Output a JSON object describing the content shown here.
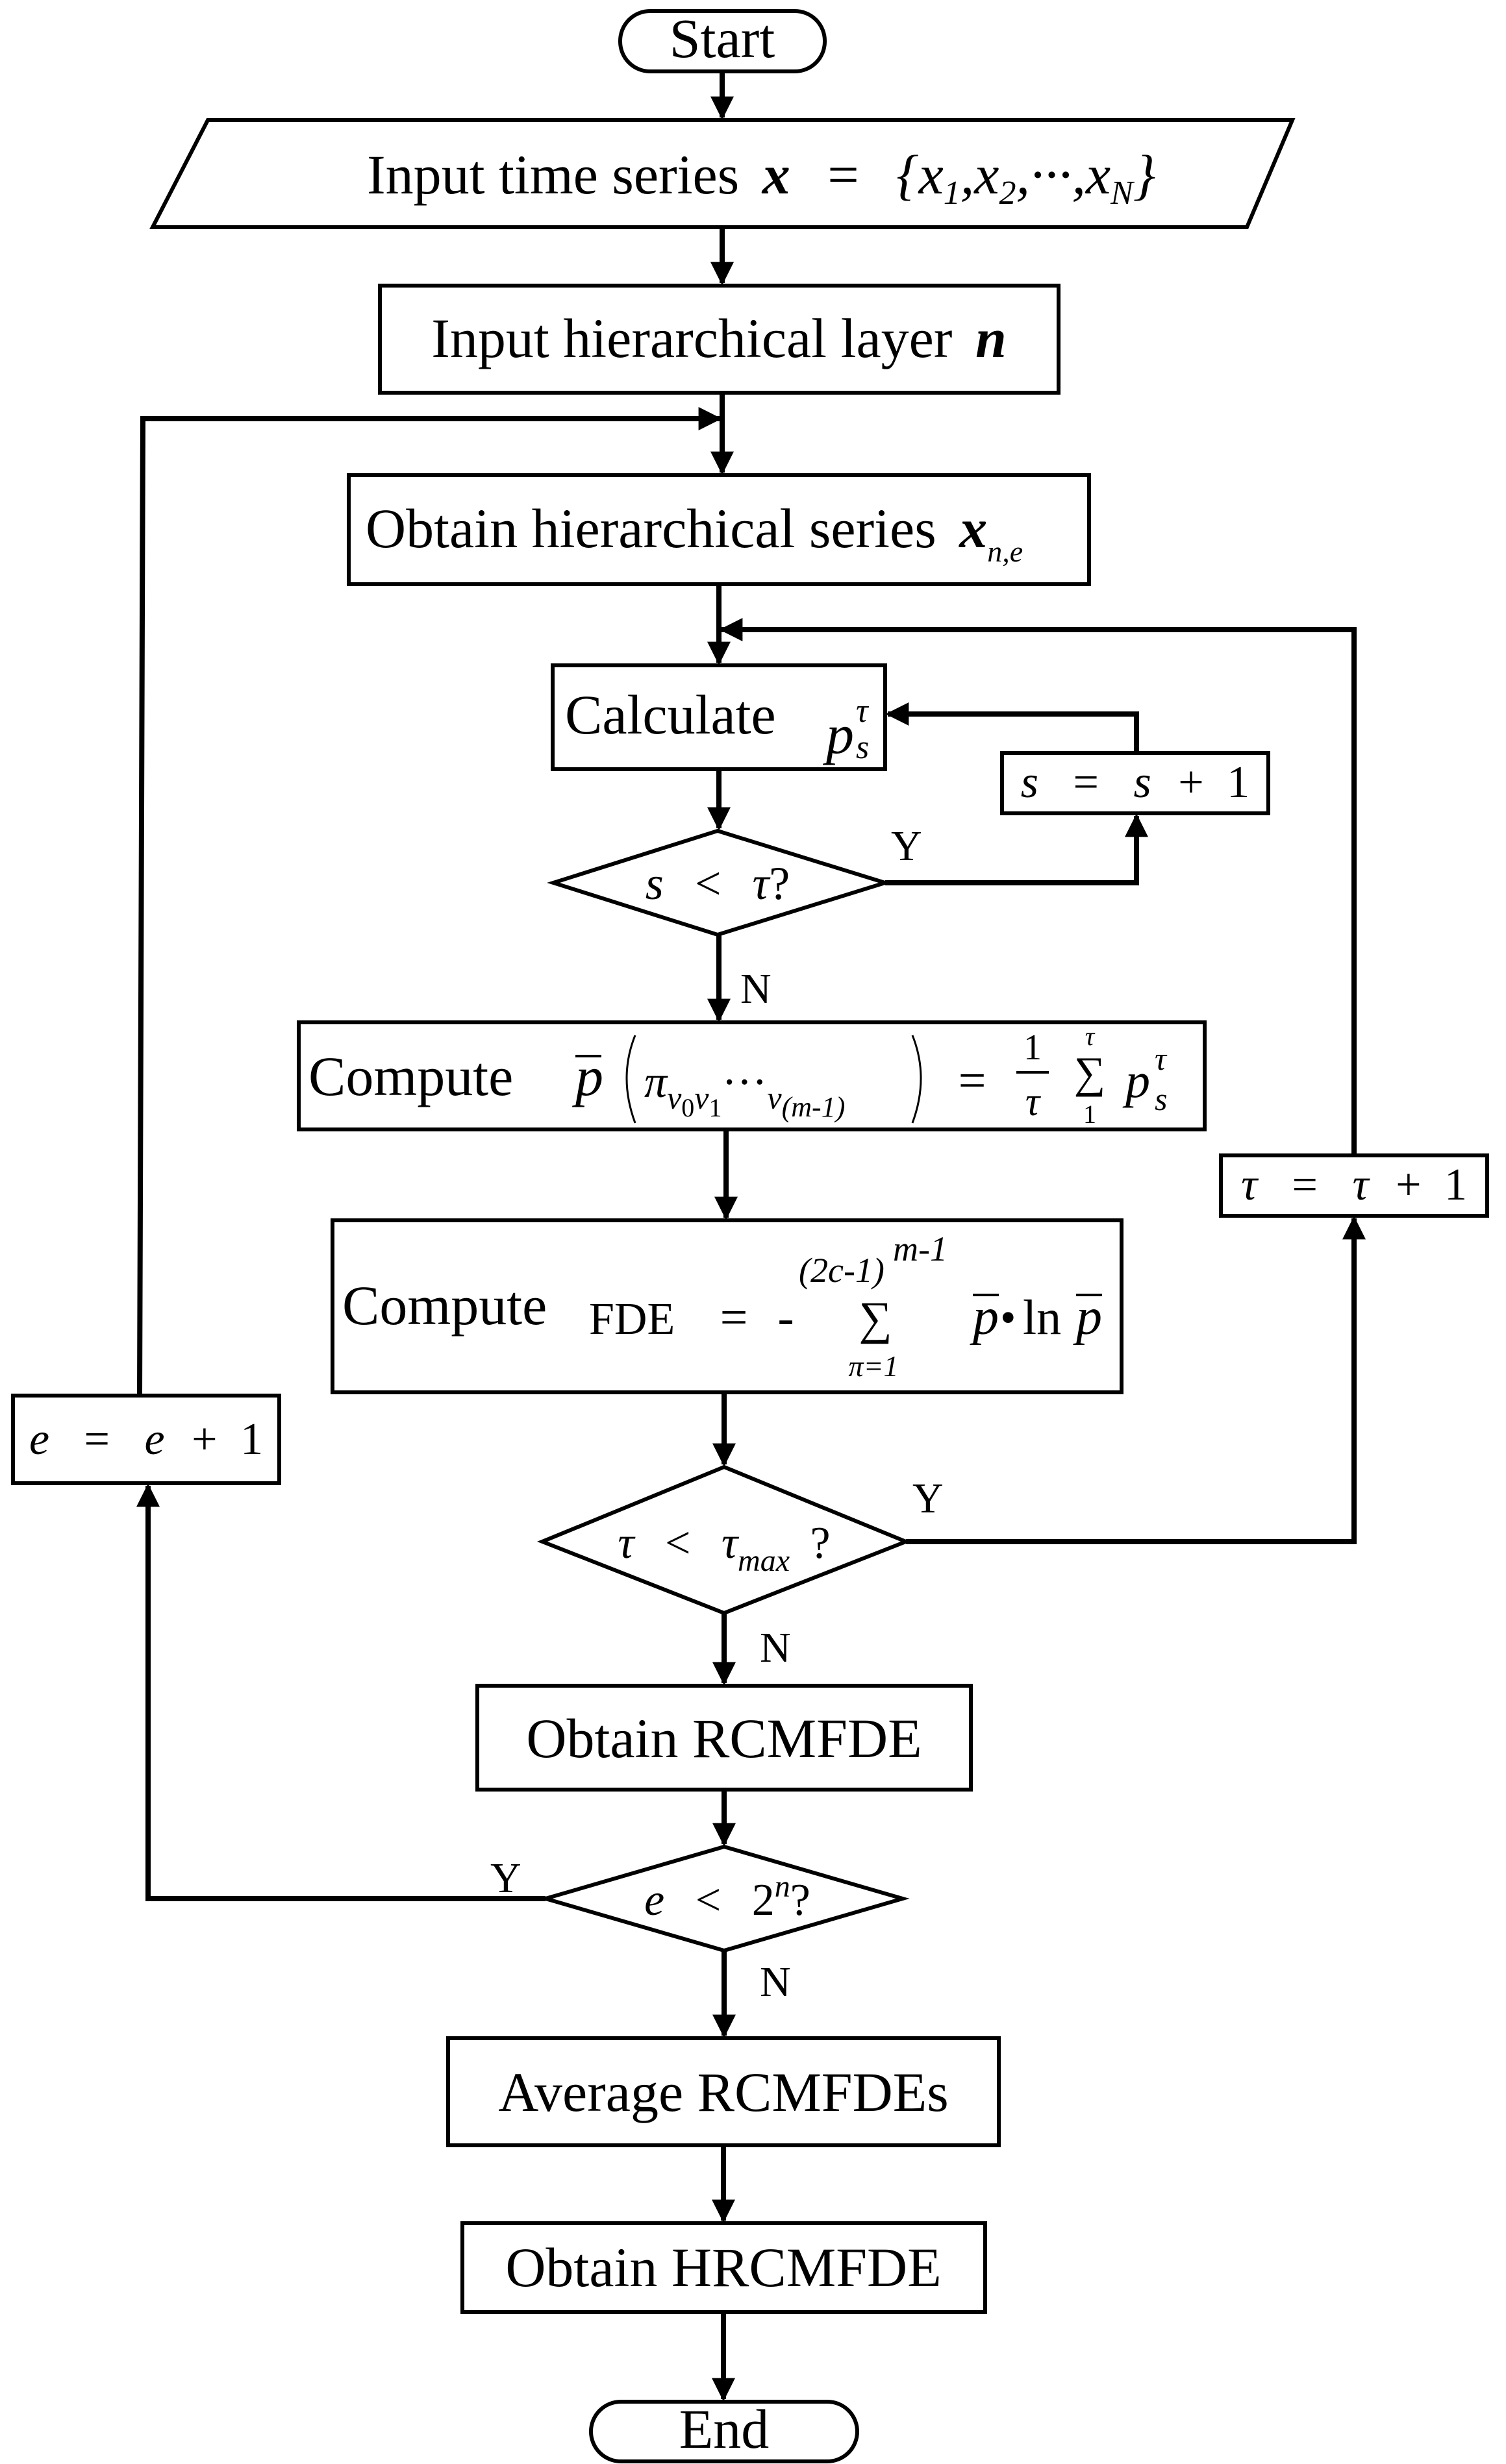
{
  "terminals": {
    "start": "Start",
    "end": "End"
  },
  "steps": {
    "input_series": {
      "label": "Input time series",
      "var": "x",
      "eq": "=",
      "set": "{x",
      "s1": "1",
      "s2": ",x",
      "s3": "2",
      "s4": ",···,x",
      "s5": "N",
      "close": "}"
    },
    "input_layer": {
      "label": "Input hierarchical layer",
      "var": "n"
    },
    "obtain_series": {
      "label": "Obtain hierarchical series",
      "var": "x",
      "sub": "n,e"
    },
    "calculate": {
      "label": "Calculate",
      "var": "p",
      "sub": "s",
      "sup": "τ"
    },
    "compute_mean": {
      "label": "Compute",
      "pbar": "p",
      "pi": "π",
      "v": "v",
      "sub0": "0",
      "v1": "v",
      "sub1": "1",
      "dots": "···",
      "vm": "v",
      "subm": "(m-1)",
      "eq": "=",
      "num": "1",
      "den": "τ",
      "sigma": "∑",
      "sig_top": "τ",
      "sig_bot": "1",
      "p": "p",
      "p_sub": "s",
      "p_sup": "τ"
    },
    "compute_fde": {
      "label": "Compute",
      "fde": "FDE",
      "eq": "=",
      "minus": "-",
      "top": "(2c-1)",
      "top_sup": "m-1",
      "sigma": "∑",
      "bot": "π=1",
      "pbar": "p",
      "dot": "•",
      "ln": "ln",
      "pbar2": "p"
    },
    "obtain_rcmfde": {
      "label": "Obtain RCMFDE"
    },
    "average": {
      "label": "Average RCMFDEs"
    },
    "obtain_hrcmfde": {
      "label": "Obtain HRCMFDE"
    }
  },
  "decisions": {
    "s_check": {
      "a": "s",
      "op": "<",
      "b": "τ",
      "q": "?"
    },
    "tau_check": {
      "a": "τ",
      "op": "<",
      "b": "τ",
      "b_sub": "max",
      "q": "?"
    },
    "e_check": {
      "a": "e",
      "op": "<",
      "b": "2",
      "b_sup": "n",
      "q": "?"
    }
  },
  "updates": {
    "s_inc": {
      "a": "s",
      "eq": "=",
      "b": "s",
      "plus": "+",
      "one": "1"
    },
    "tau_inc": {
      "a": "τ",
      "eq": "=",
      "b": "τ",
      "plus": "+",
      "one": "1"
    },
    "e_inc": {
      "a": "e",
      "eq": "=",
      "b": "e",
      "plus": "+",
      "one": "1"
    }
  },
  "branch_labels": {
    "s_yes": "Y",
    "s_no": "N",
    "tau_yes": "Y",
    "tau_no": "N",
    "e_yes": "Y",
    "e_no": "N"
  }
}
